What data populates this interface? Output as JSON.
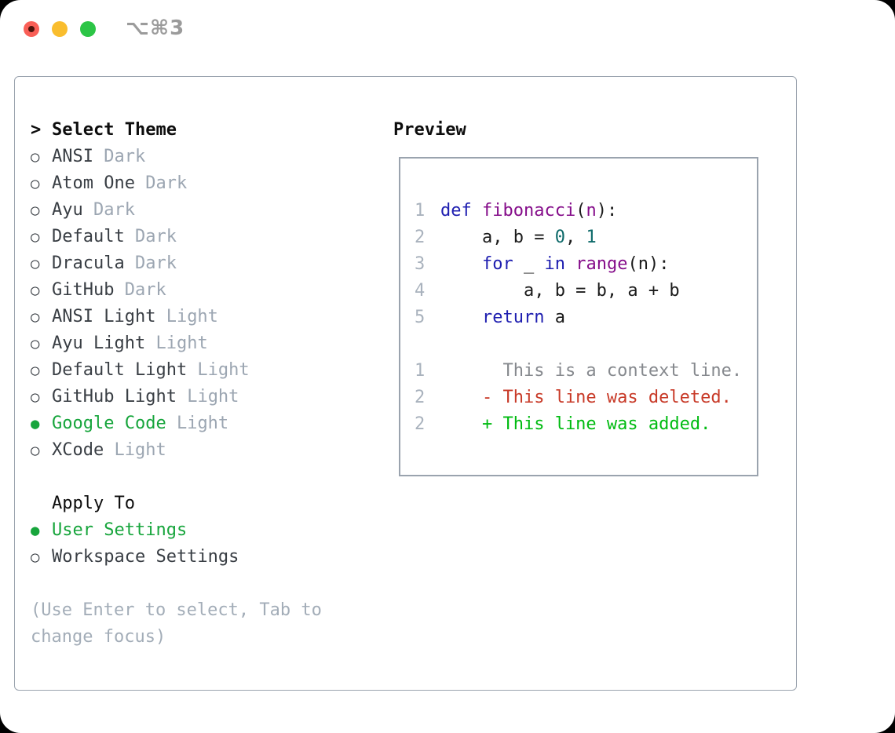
{
  "titlebar": {
    "shortcut": "⌥⌘3"
  },
  "theme_list": {
    "cursor": ">",
    "header_label": "Select Theme",
    "items": [
      {
        "name": "ANSI",
        "variant": "Dark",
        "selected": false
      },
      {
        "name": "Atom One",
        "variant": "Dark",
        "selected": false
      },
      {
        "name": "Ayu",
        "variant": "Dark",
        "selected": false
      },
      {
        "name": "Default",
        "variant": "Dark",
        "selected": false
      },
      {
        "name": "Dracula",
        "variant": "Dark",
        "selected": false
      },
      {
        "name": "GitHub",
        "variant": "Dark",
        "selected": false
      },
      {
        "name": "ANSI Light",
        "variant": "Light",
        "selected": false
      },
      {
        "name": "Ayu Light",
        "variant": "Light",
        "selected": false
      },
      {
        "name": "Default Light",
        "variant": "Light",
        "selected": false
      },
      {
        "name": "GitHub Light",
        "variant": "Light",
        "selected": false
      },
      {
        "name": "Google Code",
        "variant": "Light",
        "selected": true
      },
      {
        "name": "XCode",
        "variant": "Light",
        "selected": false
      }
    ]
  },
  "apply_to": {
    "label": "Apply To",
    "options": [
      {
        "name": "User Settings",
        "selected": true
      },
      {
        "name": "Workspace Settings",
        "selected": false
      }
    ]
  },
  "hint_lines": [
    "(Use Enter to select, Tab to",
    "change focus)"
  ],
  "preview": {
    "label": "Preview",
    "code_lines": [
      {
        "num": "1",
        "tokens": [
          {
            "t": "def",
            "c": "kw"
          },
          {
            "t": " "
          },
          {
            "t": "fibonacci",
            "c": "fn"
          },
          {
            "t": "("
          },
          {
            "t": "n",
            "c": "fn"
          },
          {
            "t": "):"
          }
        ]
      },
      {
        "num": "2",
        "tokens": [
          {
            "t": "    a, b = "
          },
          {
            "t": "0",
            "c": "lit"
          },
          {
            "t": ", "
          },
          {
            "t": "1",
            "c": "lit"
          }
        ]
      },
      {
        "num": "3",
        "tokens": [
          {
            "t": "    "
          },
          {
            "t": "for",
            "c": "kw"
          },
          {
            "t": " _ "
          },
          {
            "t": "in",
            "c": "kw"
          },
          {
            "t": " "
          },
          {
            "t": "range",
            "c": "fn"
          },
          {
            "t": "(n):"
          }
        ]
      },
      {
        "num": "4",
        "tokens": [
          {
            "t": "        a, b = b, a + b"
          }
        ]
      },
      {
        "num": "5",
        "tokens": [
          {
            "t": "    "
          },
          {
            "t": "return",
            "c": "kw"
          },
          {
            "t": " a"
          }
        ]
      }
    ],
    "diff_lines": [
      {
        "num": "1",
        "text": "      This is a context line.",
        "kind": "context"
      },
      {
        "num": "2",
        "text": "    - This line was deleted.",
        "kind": "deleted"
      },
      {
        "num": "2",
        "text": "    + This line was added.",
        "kind": "added"
      }
    ]
  },
  "colors": {
    "accent-green": "#17a53c",
    "keyword-blue": "#1e1eb0",
    "function-purple": "#850d8a",
    "literal-teal": "#0e6a6a",
    "diff-red": "#c83a28",
    "diff-green": "#00bb11",
    "muted-gray": "#9ca6b2",
    "line-number-gray": "#a9b2bd",
    "context-gray": "#86898e",
    "hint-gray": "#a3adb8",
    "border-gray": "#9aa3ae",
    "text-dark": "#393e44",
    "heading-black": "#0d0d0d",
    "title-gray": "#9b9b9b",
    "traffic-red": "#f95f57",
    "traffic-red-dot": "#4c130b",
    "traffic-yellow": "#f9bd2e",
    "traffic-green": "#2cc546"
  }
}
